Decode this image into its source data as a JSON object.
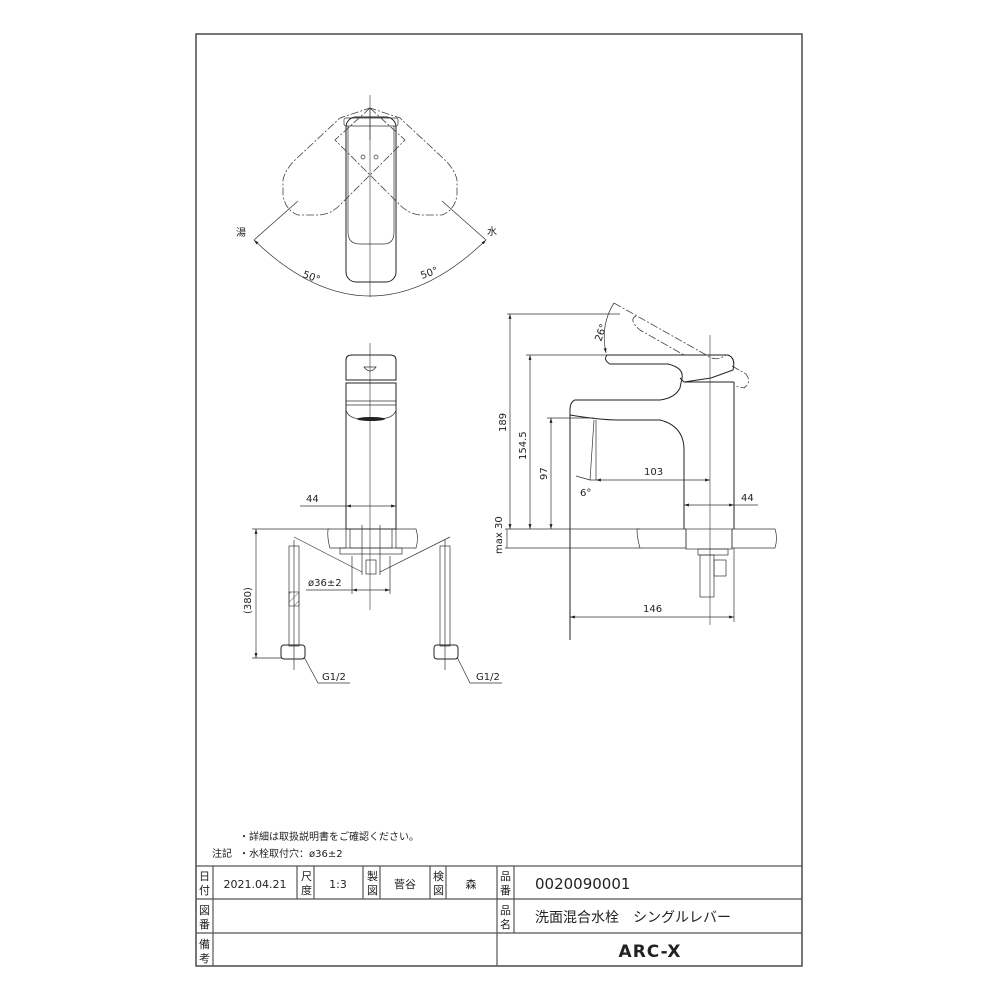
{
  "drawing": {
    "top_view": {
      "hot_label": "湯",
      "cold_label": "水",
      "angle_left": "50°",
      "angle_right": "50°"
    },
    "front_view": {
      "body_width": "44",
      "hole_diameter": "ø36±2",
      "hose_length": "(380)",
      "thread_left": "G1/2",
      "thread_right": "G1/2"
    },
    "side_view": {
      "lever_angle": "26°",
      "total_height": "189",
      "lever_height": "154.5",
      "spout_height": "97",
      "spout_reach": "103",
      "spout_angle": "6°",
      "body_width": "44",
      "deck_thickness": "max 30",
      "total_depth": "146"
    }
  },
  "notes": {
    "label": "注記",
    "items": [
      "・詳細は取扱説明書をご確認ください。",
      "・水栓取付穴：ø36±2"
    ]
  },
  "title_block": {
    "date_label": "日付",
    "date_value": "2021.04.21",
    "scale_label": "尺度",
    "scale_value": "1:3",
    "drawn_label": "製図",
    "drawn_value": "菅谷",
    "checked_label": "検図",
    "checked_value": "森",
    "part_no_label": "品番",
    "part_no_value": "0020090001",
    "drawing_no_label": "図番",
    "drawing_no_value": "",
    "product_name_label": "品名",
    "product_name_value": "洗面混合水栓　シングルレバー",
    "remarks_label": "備考",
    "remarks_value": "",
    "brand": "ARC-X"
  }
}
